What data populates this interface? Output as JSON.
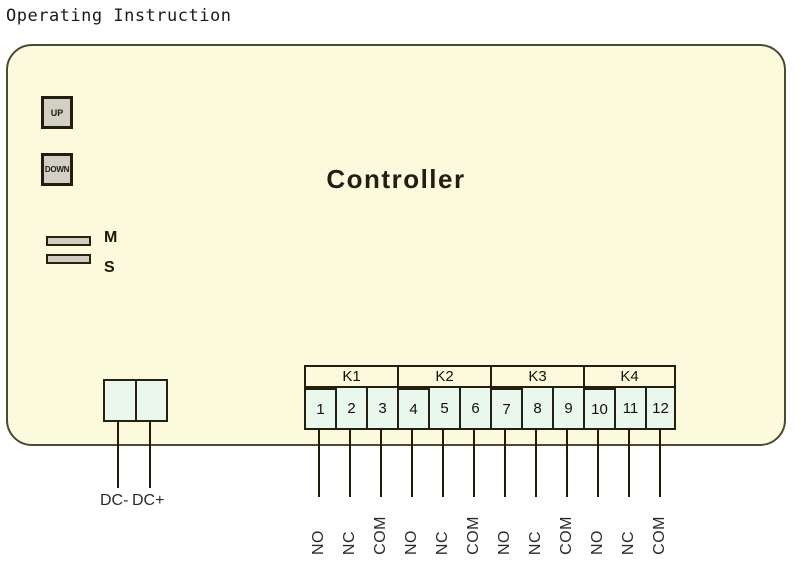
{
  "title": "Operating Instruction",
  "panel": {
    "name": "Controller",
    "buttons": [
      {
        "label": "UP"
      },
      {
        "label": "DOWN"
      }
    ],
    "indicators": [
      {
        "label": "M"
      },
      {
        "label": "S"
      }
    ],
    "power_connector": {
      "terminals": [
        {
          "label": "DC-"
        },
        {
          "label": "DC+"
        }
      ]
    },
    "terminal_block": {
      "groups": [
        {
          "label": "K1",
          "pins": [
            "1",
            "2",
            "3"
          ],
          "functions": [
            "NO",
            "NC",
            "COM"
          ]
        },
        {
          "label": "K2",
          "pins": [
            "4",
            "5",
            "6"
          ],
          "functions": [
            "NO",
            "NC",
            "COM"
          ]
        },
        {
          "label": "K3",
          "pins": [
            "7",
            "8",
            "9"
          ],
          "functions": [
            "NO",
            "NC",
            "COM"
          ]
        },
        {
          "label": "K4",
          "pins": [
            "10",
            "11",
            "12"
          ],
          "functions": [
            "NO",
            "NC",
            "COM"
          ]
        }
      ]
    }
  },
  "colors": {
    "panel_fill": "#fbfadd",
    "panel_border": "#4b4a33",
    "terminal_fill": "#e9f7ec",
    "terminal_border": "#241e0f",
    "button_fill": "#d2cfc4",
    "led_fill": "#cfcdc2",
    "wire": "#1f1a0c",
    "text": "#1a1a1a"
  }
}
